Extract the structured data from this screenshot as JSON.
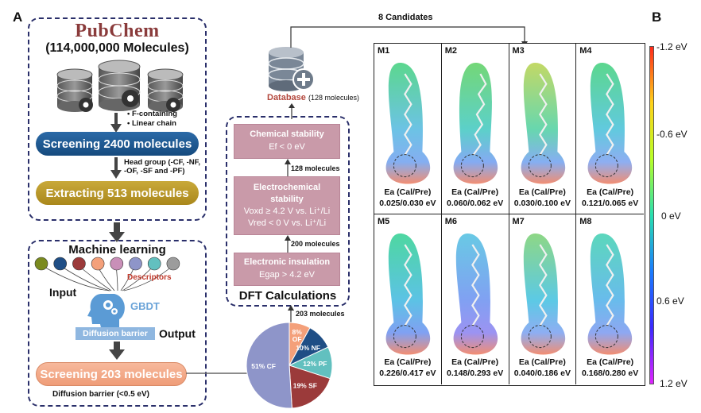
{
  "panel_a": {
    "letter": "A",
    "pubchem": {
      "title": "PubChem",
      "subtitle": "(114,000,000 Molecules)",
      "filters": [
        "F-containing",
        "Linear chain"
      ]
    },
    "screening_2400": "Screening 2400 molecules",
    "head_group_note": "Head group (-CF, -NF,\n-OF, -SF and -PF)",
    "extracting_513": "Extracting 513 molecules",
    "ml": {
      "title": "Machine learning",
      "descriptors": "Descriptors",
      "input": "Input",
      "gbdt": "GBDT",
      "diffusion_barrier": "Diffusion barrier",
      "output": "Output",
      "node_colors": [
        "#7a8a1f",
        "#1f4e85",
        "#9b3a3a",
        "#f4a07a",
        "#c98fb8",
        "#8e95c9",
        "#62c0bf",
        "#9c9c9c"
      ]
    },
    "screening_203": "Screening 203 molecules",
    "diffusion_note": "Diffusion barrier (<0.5 eV)",
    "database": {
      "label": "Database",
      "count": "(128 molecules)"
    },
    "dft": {
      "title": "DFT Calculations",
      "chemical_stability": {
        "line1": "Chemical stability",
        "line2": "Ef < 0 eV"
      },
      "electrochemical": {
        "line1": "Electrochemical",
        "line2": "stability",
        "line3": "Voxd ≥ 4.2 V vs. Li⁺/Li",
        "line4": "Vred < 0 V vs. Li⁺/Li"
      },
      "electronic": {
        "line1": "Electronic insulation",
        "line2": "Egap > 4.2 eV"
      },
      "count_128": "128 molecules",
      "count_200": "200 molecules",
      "count_203": "203 molecules"
    },
    "candidates_label": "8 Candidates"
  },
  "chart_data": {
    "type": "pie",
    "title": "",
    "slices": [
      {
        "label": "OF",
        "value": 8,
        "text": "8%\nOF",
        "color": "#f4a07a"
      },
      {
        "label": "NF",
        "value": 10,
        "text": "10% NF",
        "color": "#1f4e85"
      },
      {
        "label": "PF",
        "value": 12,
        "text": "12% PF",
        "color": "#62c0bf"
      },
      {
        "label": "SF",
        "value": 19,
        "text": "19% SF",
        "color": "#9b3a3a"
      },
      {
        "label": "CF",
        "value": 51,
        "text": "51% CF",
        "color": "#8e95c9"
      }
    ]
  },
  "panel_b": {
    "letter": "B",
    "ea_label": "Ea (Cal/Pre)",
    "molecules": [
      {
        "id": "M1",
        "values": "0.025/0.030 eV"
      },
      {
        "id": "M2",
        "values": "0.060/0.062 eV"
      },
      {
        "id": "M3",
        "values": "0.030/0.100 eV"
      },
      {
        "id": "M4",
        "values": "0.121/0.065 eV"
      },
      {
        "id": "M5",
        "values": "0.226/0.417 eV"
      },
      {
        "id": "M6",
        "values": "0.148/0.293 eV"
      },
      {
        "id": "M7",
        "values": "0.040/0.186 eV"
      },
      {
        "id": "M8",
        "values": "0.168/0.280 eV"
      }
    ],
    "colorbar": {
      "labels": [
        "-1.2 eV",
        "-0.6 eV",
        "0 eV",
        "0.6 eV",
        "1.2 eV"
      ],
      "stops": [
        "#ff2a1a",
        "#ffd21a",
        "#b8ff28",
        "#28e0b0",
        "#1a7cff",
        "#3a2aff",
        "#e024ff"
      ]
    }
  }
}
